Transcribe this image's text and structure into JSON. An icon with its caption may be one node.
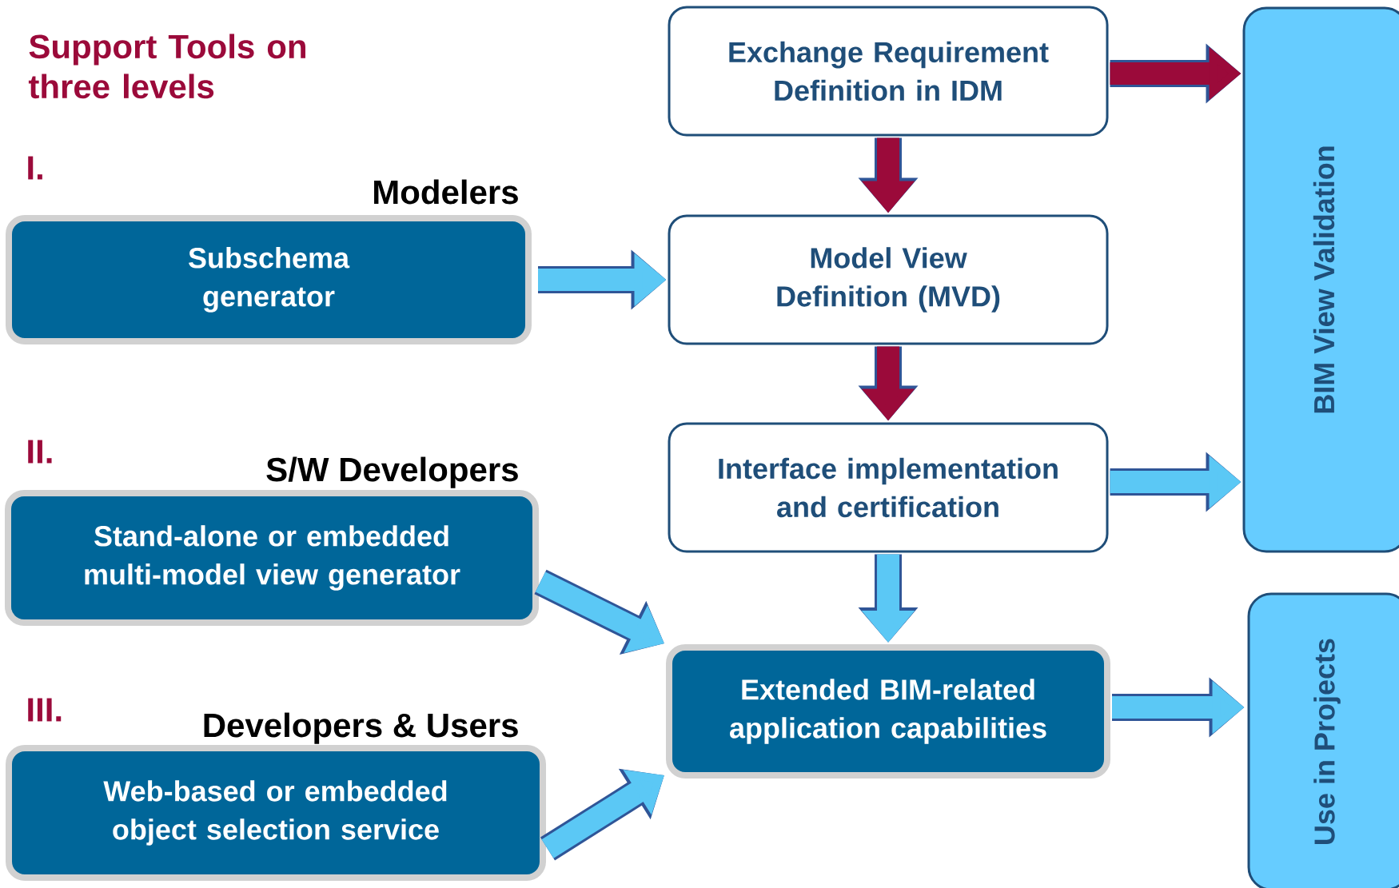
{
  "diagram": {
    "title": "Support  Tools on three levels",
    "nodes": [
      {
        "text": [
          "Modelers",
          "Subschema generator"
        ]
      },
      {
        "text": [
          "S/W Developers",
          "Stand-alone or embedded multi-model view generator"
        ]
      },
      {
        "text": [
          "Developers & Users",
          "Web-based  or embedded object selection service"
        ]
      },
      {
        "text": [
          "Exchange Requirement Definition in IDM"
        ]
      },
      {
        "text": [
          "Model View Definition (MVD)"
        ]
      },
      {
        "text": [
          "Interface implementation and certification"
        ]
      },
      {
        "text": [
          "Extended BIM-related application capabilities"
        ]
      },
      {
        "text": [
          "BIM View Validation"
        ]
      },
      {
        "text": [
          "Use in Projects"
        ]
      }
    ],
    "edges": [
      {
        "from": 3,
        "to": 4,
        "arrow": "to",
        "color": "#9b0a3a"
      },
      {
        "from": 4,
        "to": 5,
        "arrow": "to",
        "color": "#9b0a3a"
      },
      {
        "from": 5,
        "to": 6,
        "arrow": "to"
      },
      {
        "from": 0,
        "to": 4,
        "arrow": "to"
      },
      {
        "from": 1,
        "to": 6,
        "arrow": "to"
      },
      {
        "from": 2,
        "to": 6,
        "arrow": "to"
      },
      {
        "from": 3,
        "to": 7,
        "arrow": "to",
        "color": "#9b0a3a"
      },
      {
        "from": 5,
        "to": 7,
        "arrow": "to"
      },
      {
        "from": 6,
        "to": 8,
        "arrow": "to"
      }
    ],
    "labels": [
      "I.",
      "II.",
      "III."
    ]
  }
}
